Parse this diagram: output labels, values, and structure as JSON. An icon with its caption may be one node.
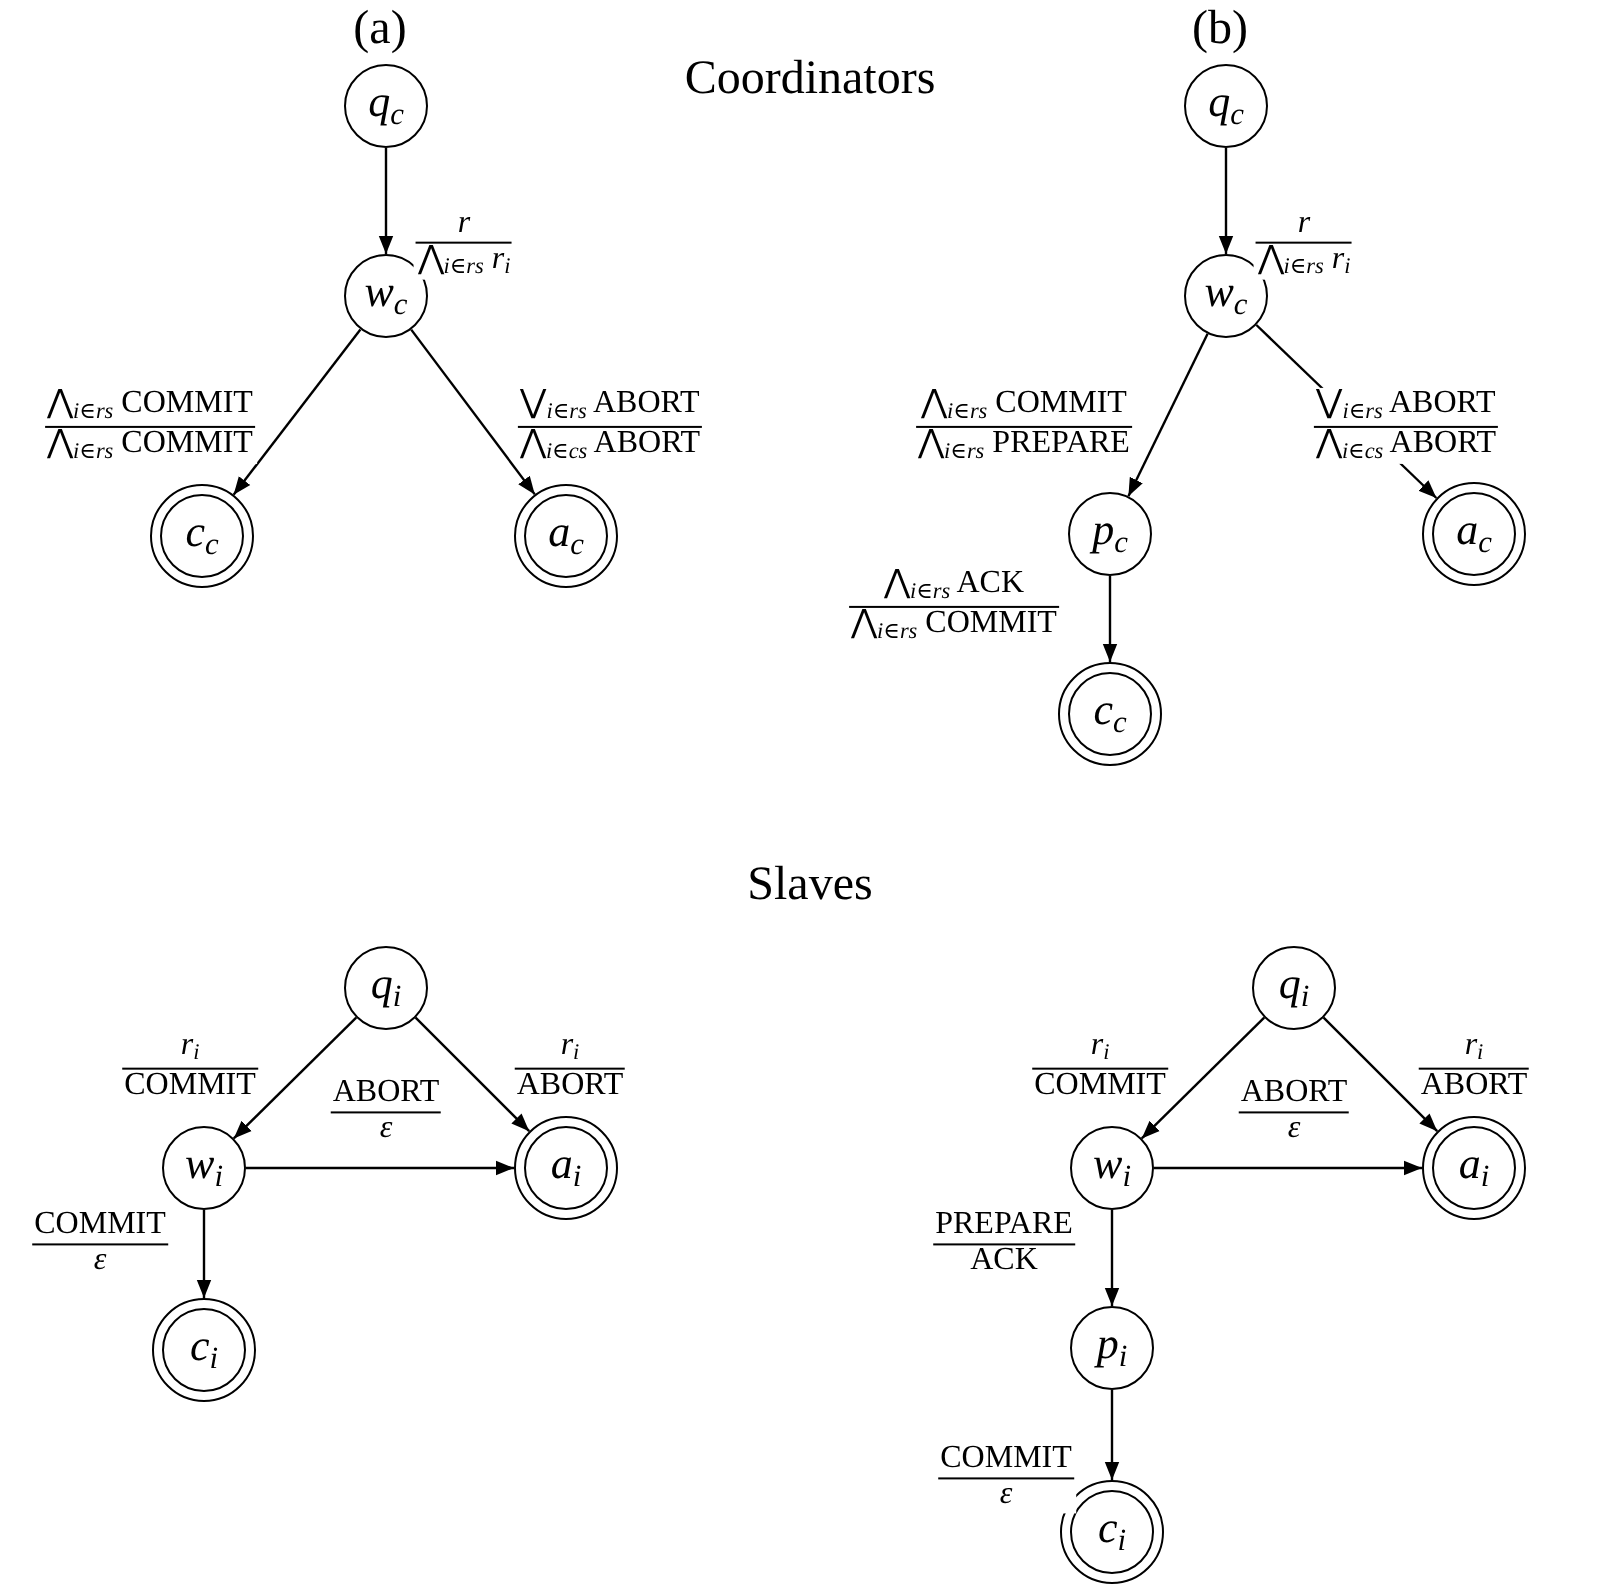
{
  "diagram": {
    "nodes": [
      {
        "text": [
          "q$_{c}$"
        ]
      },
      {
        "text": [
          "w$_{c}$"
        ]
      },
      {
        "text": [
          "c$_{c}$"
        ]
      },
      {
        "text": [
          "a$_{c}$"
        ]
      },
      {
        "text": [
          "q$_{c}$"
        ]
      },
      {
        "text": [
          "w$_{c}$"
        ]
      },
      {
        "text": [
          "p$_{c}$"
        ]
      },
      {
        "text": [
          "a$_{c}$"
        ]
      },
      {
        "text": [
          "c$_{c}$"
        ]
      },
      {
        "text": [
          "q$_{i}$"
        ]
      },
      {
        "text": [
          "w$_{i}$"
        ]
      },
      {
        "text": [
          "a$_{i}$"
        ]
      },
      {
        "text": [
          "c$_{i}$"
        ]
      },
      {
        "text": [
          "q$_{i}$"
        ]
      },
      {
        "text": [
          "w$_{i}$"
        ]
      },
      {
        "text": [
          "a$_{i}$"
        ]
      },
      {
        "text": [
          "p$_{i}$"
        ]
      },
      {
        "text": [
          "c$_{i}$"
        ]
      }
    ],
    "edges": [
      {
        "from": 0,
        "to": 1,
        "arrow": "to",
        "label": "*r* ⋀$_{i∈rs}$ *r*$_{i}$"
      },
      {
        "from": 1,
        "to": 2,
        "arrow": "to",
        "label": "⋀$_{i∈rs}$ COMMIT ⋀$_{i∈rs}$ COMMIT"
      },
      {
        "from": 1,
        "to": 3,
        "arrow": "to",
        "label": "⋁$_{i∈rs}$ ABORT ⋀$_{i∈cs}$ ABORT"
      },
      {
        "from": 4,
        "to": 5,
        "arrow": "to",
        "label": "*r* ⋀$_{i∈rs}$ *r*$_{i}$"
      },
      {
        "from": 5,
        "to": 6,
        "arrow": "to",
        "label": "⋀$_{i∈rs}$ COMMIT ⋀$_{i∈rs}$ PREPARE"
      },
      {
        "from": 5,
        "to": 7,
        "arrow": "to",
        "label": "⋁$_{i∈rs}$ ABORT ⋀$_{i∈cs}$ ABORT"
      },
      {
        "from": 6,
        "to": 8,
        "arrow": "to",
        "label": "⋀$_{i∈rs}$ ACK ⋀$_{i∈rs}$ COMMIT"
      },
      {
        "from": 9,
        "to": 10,
        "arrow": "to",
        "label": "*r*$_{i}$ COMMIT"
      },
      {
        "from": 9,
        "to": 11,
        "arrow": "to",
        "label": "*r*$_{i}$ ABORT"
      },
      {
        "from": 10,
        "to": 11,
        "arrow": "to",
        "label": "ABORT *ε*"
      },
      {
        "from": 10,
        "to": 12,
        "arrow": "to",
        "label": "COMMIT *ε*"
      },
      {
        "from": 13,
        "to": 14,
        "arrow": "to",
        "label": "*r*$_{i}$ COMMIT"
      },
      {
        "from": 13,
        "to": 15,
        "arrow": "to",
        "label": "*r*$_{i}$ ABORT"
      },
      {
        "from": 14,
        "to": 15,
        "arrow": "to",
        "label": "ABORT *ε*"
      },
      {
        "from": 14,
        "to": 16,
        "arrow": "to",
        "label": "PREPARE ACK"
      },
      {
        "from": 16,
        "to": 17,
        "arrow": "to",
        "label": "COMMIT *ε*"
      }
    ],
    "labels": [
      "(a)",
      "(b)",
      "Coordinators",
      "Slaves"
    ]
  }
}
